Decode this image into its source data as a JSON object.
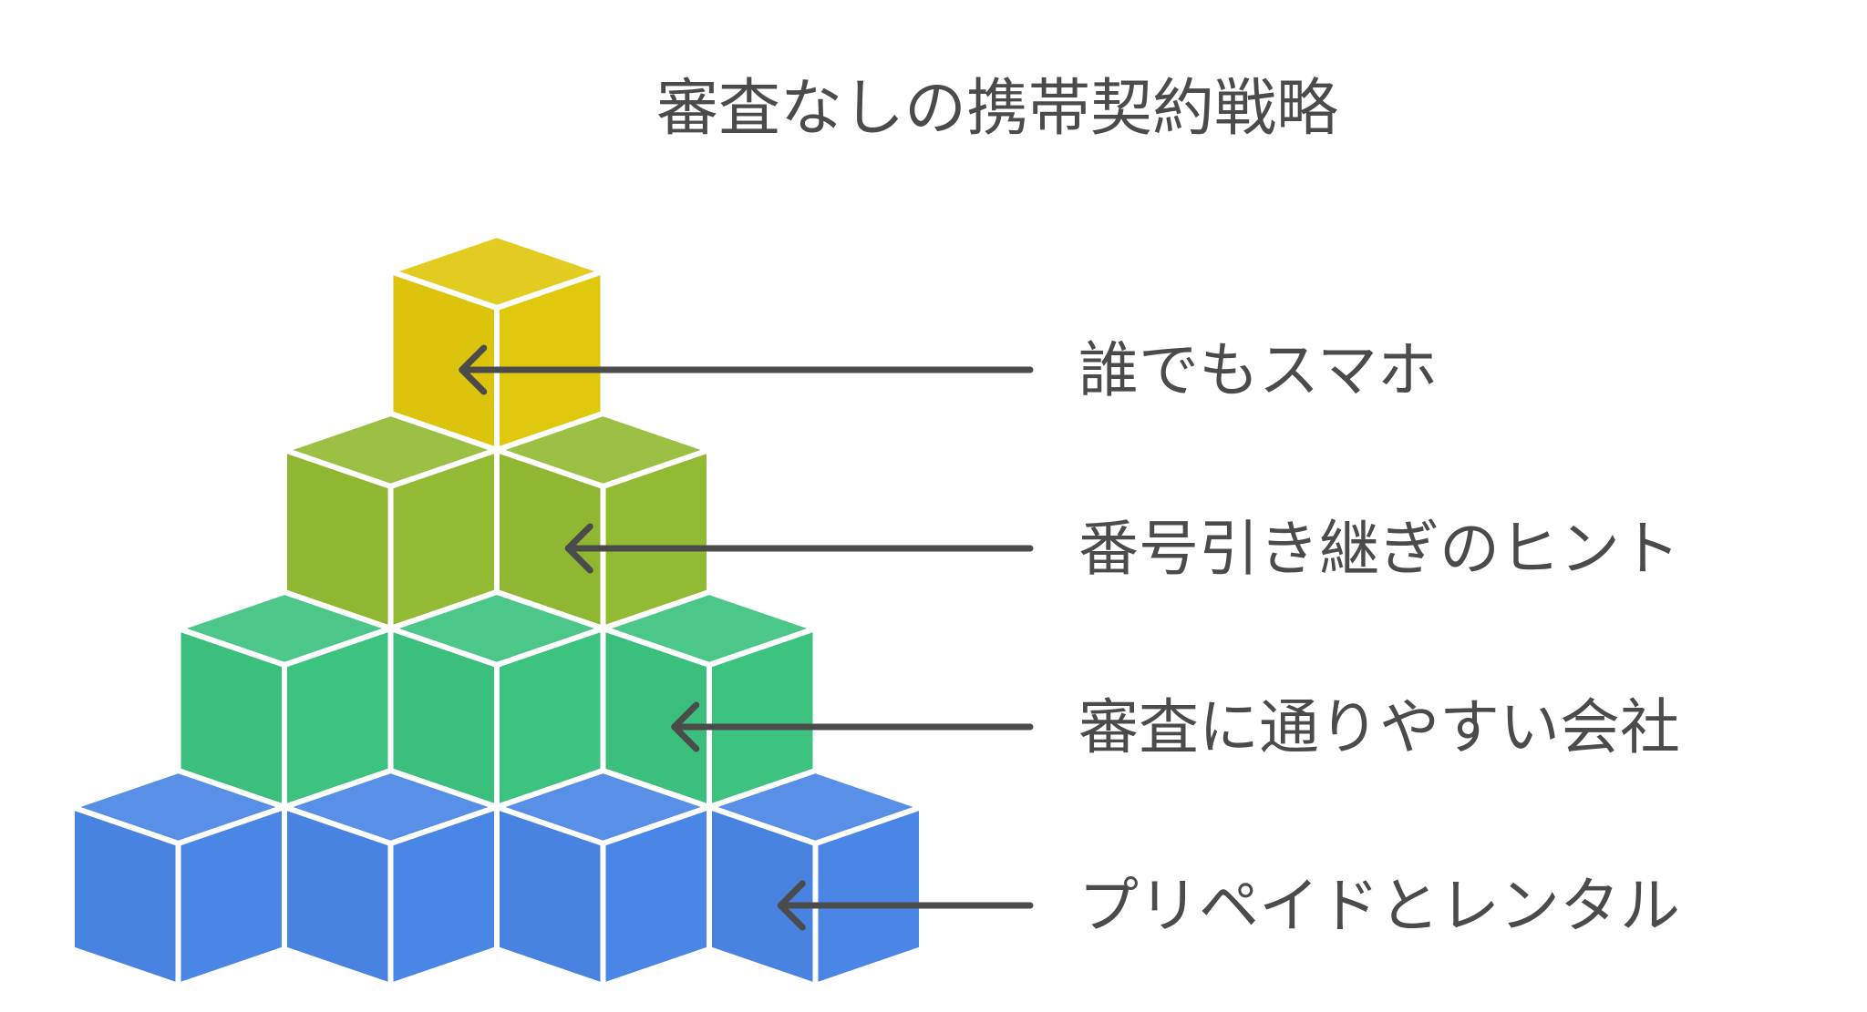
{
  "title": "審査なしの携帯契約戦略",
  "tiers": [
    {
      "label": "誰でもスマホ",
      "color": "#e0c80d",
      "cubes": 1
    },
    {
      "label": "番号引き継ぎのヒント",
      "color": "#92bb33",
      "cubes": 2
    },
    {
      "label": "審査に通りやすい会社",
      "color": "#3bc37f",
      "cubes": 3
    },
    {
      "label": "プリペイドとレンタル",
      "color": "#4a86e6",
      "cubes": 4
    }
  ],
  "colors": {
    "text": "#4b4b4b",
    "cube_edge": "#ffffff"
  }
}
